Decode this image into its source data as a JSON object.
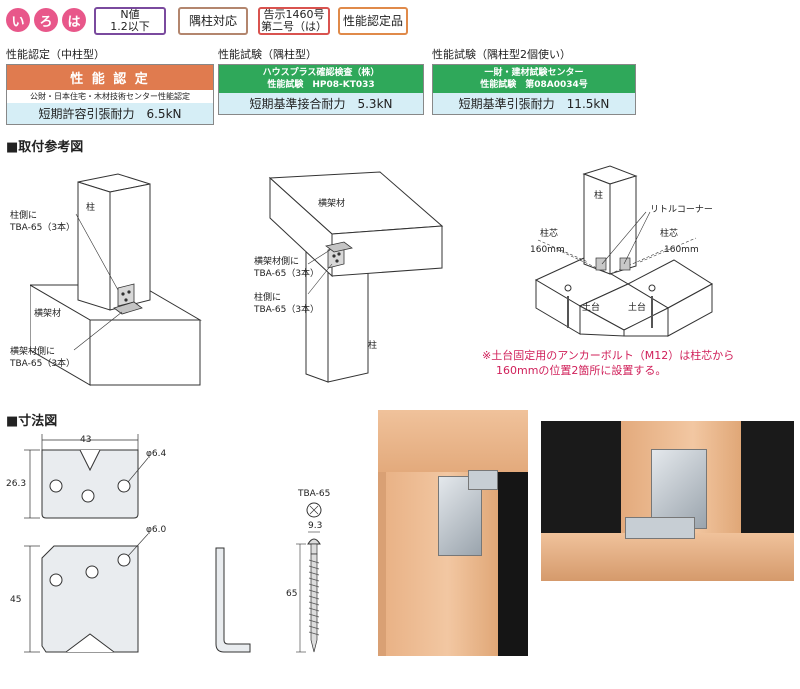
{
  "header": {
    "circles": [
      "い",
      "ろ",
      "は"
    ],
    "n_value": {
      "line1": "N値",
      "line2": "1.2以下"
    },
    "corner": "隅柱対応",
    "notice": {
      "line1": "告示1460号",
      "line2": "第二号（は）"
    },
    "certified": "性能認定品"
  },
  "certs": [
    {
      "caption": "性能認定（中柱型）",
      "head": "性 能 認 定",
      "sub": "公財・日本住宅・木材技術センター性能認定",
      "value": "短期許容引張耐力　6.5kN",
      "color": "#e07b4f"
    },
    {
      "caption": "性能試験（隅柱型）",
      "head": "ハウスプラス確認検査（株）",
      "head2": "性能試験　HP08-KT033",
      "value": "短期基準接合耐力　5.3kN",
      "color": "#2fa85a"
    },
    {
      "caption": "性能試験（隅柱型2個使い）",
      "head": "一財・建材試験センター",
      "head2": "性能試験　第08A0034号",
      "value": "短期基準引張耐力　11.5kN",
      "color": "#2fa85a"
    }
  ],
  "sections": {
    "mounting": "■取付参考図",
    "dimensions": "■寸法図"
  },
  "diagram1": {
    "pillar": "柱",
    "pillar_side": "柱側に",
    "pillar_side_count": "TBA-65（3本）",
    "beam": "横架材",
    "beam_side": "横架材側に",
    "beam_side_count": "TBA-65（3本）"
  },
  "diagram2": {
    "beam": "横架材",
    "beam_side": "横架材側に",
    "beam_side_count": "TBA-65（3本）",
    "pillar_side": "柱側に",
    "pillar_side_count": "TBA-65（3本）",
    "pillar": "柱"
  },
  "diagram3": {
    "pillar": "柱",
    "little_corner": "リトルコーナー",
    "core_left": "柱芯",
    "core_right": "柱芯",
    "dist_left": "160mm",
    "dist_right": "160mm",
    "base_left": "土台",
    "base_right": "土台"
  },
  "note": {
    "line1": "※土台固定用のアンカーボルト（M12）は柱芯から",
    "line2": "160mmの位置2箇所に設置する。"
  },
  "dims": {
    "width": "43",
    "height_top": "26.3",
    "hole_top": "φ6.4",
    "hole_bottom": "φ6.0",
    "height_bottom": "45",
    "screw_name": "TBA-65",
    "screw_head": "9.3",
    "screw_len": "65"
  },
  "colors": {
    "wood": "#e8b58c",
    "wood_dark": "#c98d5f",
    "metal": "#b9c2c9",
    "dark_bg": "#1a1a1a"
  }
}
